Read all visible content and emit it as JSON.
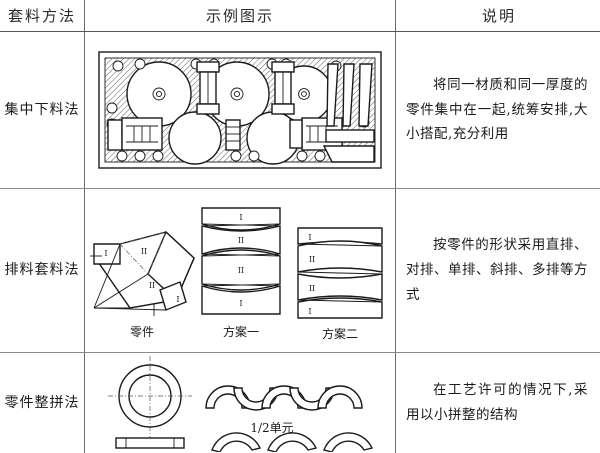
{
  "table": {
    "headers": {
      "method": "套料方法",
      "figure": "示例图示",
      "description": "说明"
    },
    "rows": [
      {
        "method": "集中下料法",
        "description": "将同一材质和同一厚度的零件集中在一起,统筹安排,大小搭配,充分利用",
        "figure": {
          "kind": "concentrated-blanking-nesting-layout",
          "captions": []
        }
      },
      {
        "method": "排料套料法",
        "description": "按零件的形状采用直排、对排、单排、斜排、多排等方式",
        "figure": {
          "kind": "strip-nesting-schemes",
          "captions": [
            "零件",
            "方案一",
            "方案二"
          ],
          "part_labels": [
            "I",
            "II"
          ],
          "scheme_one_labels": [
            "I",
            "II",
            "II",
            "I"
          ],
          "scheme_two_labels": [
            "I",
            "II",
            "II",
            "I"
          ]
        }
      },
      {
        "method": "零件整拼法",
        "description": "在工艺许可的情况下,采用以小拼整的结构",
        "figure": {
          "kind": "ring-assembled-from-half-units",
          "captions": [
            "1/2单元"
          ]
        }
      }
    ]
  },
  "colors": {
    "line": "#1b1b1b",
    "rule": "#8a8a8a",
    "header_rule": "#555555",
    "text": "#1b1b1b",
    "background": "#ffffff"
  }
}
